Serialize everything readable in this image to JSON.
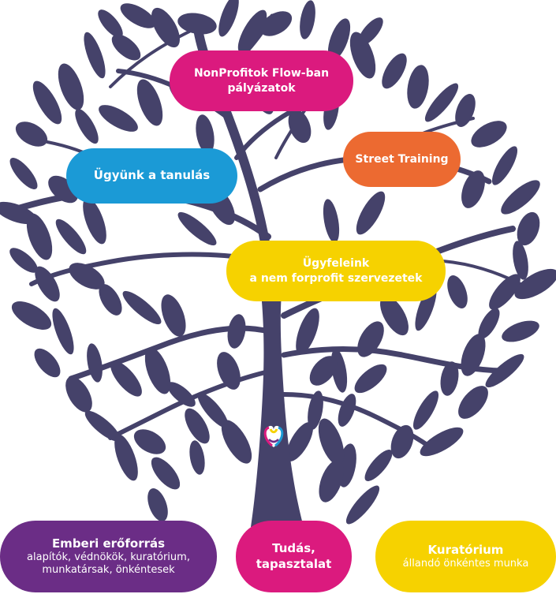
{
  "colors": {
    "tree": "#45426a",
    "magenta": "#db1a7e",
    "blue": "#1b9ad6",
    "orange": "#ec6a31",
    "yellow": "#f6d200",
    "purple": "#6b2d86"
  },
  "branches": {
    "top": {
      "line1": "NonProfitok Flow-ban",
      "line2": "pályázatok"
    },
    "left": {
      "text": "Ügyünk a tanulás"
    },
    "right": {
      "text": "Street Training"
    },
    "center": {
      "line1": "Ügyfeleink",
      "line2": "a nem forprofit szervezetek"
    }
  },
  "roots": {
    "left": {
      "title": "Emberi erőforrás",
      "line1": "alapítók, védnökök, kuratórium,",
      "line2": "munkatársak, önkéntesek"
    },
    "center": {
      "line1": "Tudás,",
      "line2": "tapasztalat"
    },
    "right": {
      "title": "Kuratórium",
      "subtitle": "állandó önkéntes munka"
    }
  },
  "logo_icon": "heart-logo-icon"
}
